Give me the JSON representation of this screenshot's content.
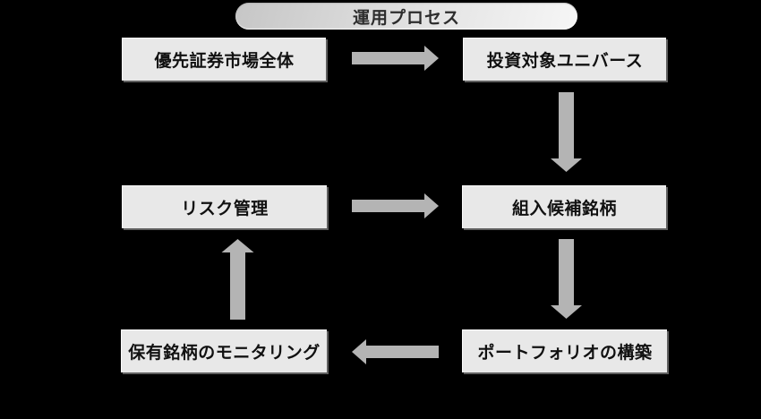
{
  "title": {
    "label": "運用プロセス"
  },
  "diagram": {
    "nodes": [
      {
        "id": "market",
        "label": "優先証券市場全体"
      },
      {
        "id": "universe",
        "label": "投資対象ユニバース"
      },
      {
        "id": "risk",
        "label": "リスク管理"
      },
      {
        "id": "candidates",
        "label": "組入候補銘柄"
      },
      {
        "id": "monitoring",
        "label": "保有銘柄のモニタリング"
      },
      {
        "id": "portfolio",
        "label": "ポートフォリオの構築"
      }
    ],
    "edges": [
      {
        "from": "market",
        "to": "universe",
        "direction": "right"
      },
      {
        "from": "universe",
        "to": "candidates",
        "direction": "down"
      },
      {
        "from": "risk",
        "to": "candidates",
        "direction": "right"
      },
      {
        "from": "candidates",
        "to": "portfolio",
        "direction": "down"
      },
      {
        "from": "portfolio",
        "to": "monitoring",
        "direction": "left"
      },
      {
        "from": "monitoring",
        "to": "risk",
        "direction": "up"
      }
    ]
  },
  "colors": {
    "background": "#000000",
    "box_fill": "#e8e8e8",
    "arrow_fill": "#b4b4b4",
    "box_text": "#111111",
    "pill_text": "#2d2d2d"
  }
}
